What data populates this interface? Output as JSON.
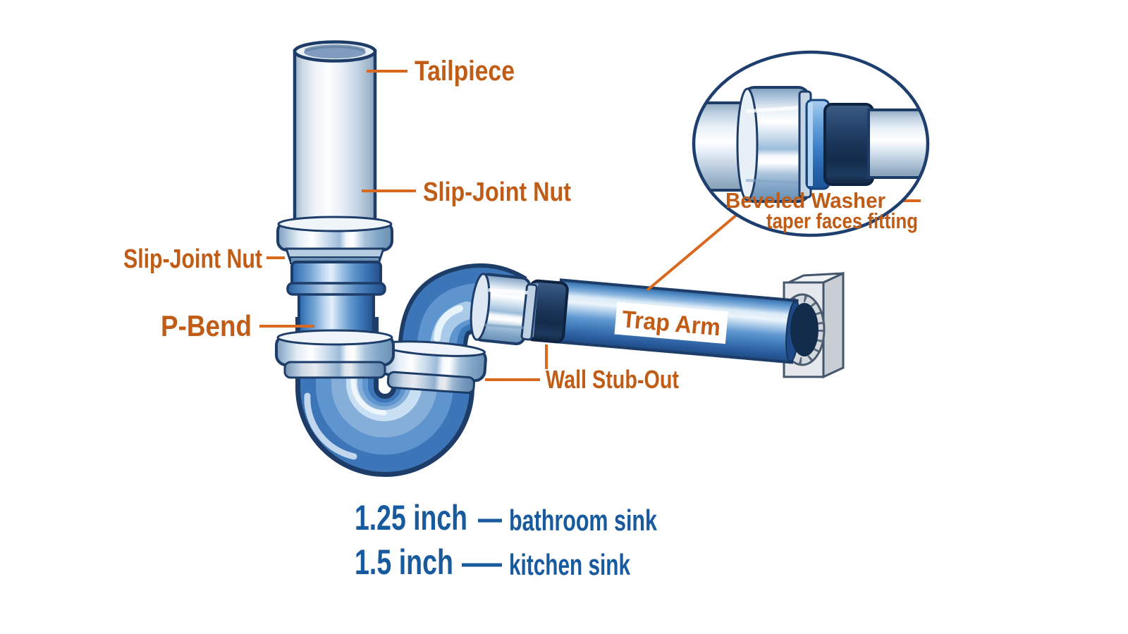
{
  "title": "P-trap drain assembly diagram",
  "labels": {
    "tailpiece": "Tailpiece",
    "slip_joint_nut_upper": "Slip-Joint Nut",
    "slip_joint_nut_lower": "Slip-Joint Nut",
    "p_bend": "P-Bend",
    "trap_arm": "Trap Arm",
    "wall_stub_out": "Wall Stub-Out"
  },
  "inset": {
    "line1": "Beveled Washer",
    "line2": "taper faces fitting"
  },
  "sizes": [
    {
      "size": "1.25 inch",
      "use": "bathroom sink"
    },
    {
      "size": "1.5 inch",
      "use": "kitchen sink"
    }
  ],
  "colors": {
    "label_orange": "#c05c15",
    "leader_orange": "#d8691e",
    "note_blue": "#185a9e",
    "pipe_blue": "#4a86c4",
    "outline_navy": "#1d3d68",
    "washer_navy": "#1a3558",
    "inset_washer_blue": "#2f6fb6",
    "wall_gray": "#e4e7eb"
  }
}
